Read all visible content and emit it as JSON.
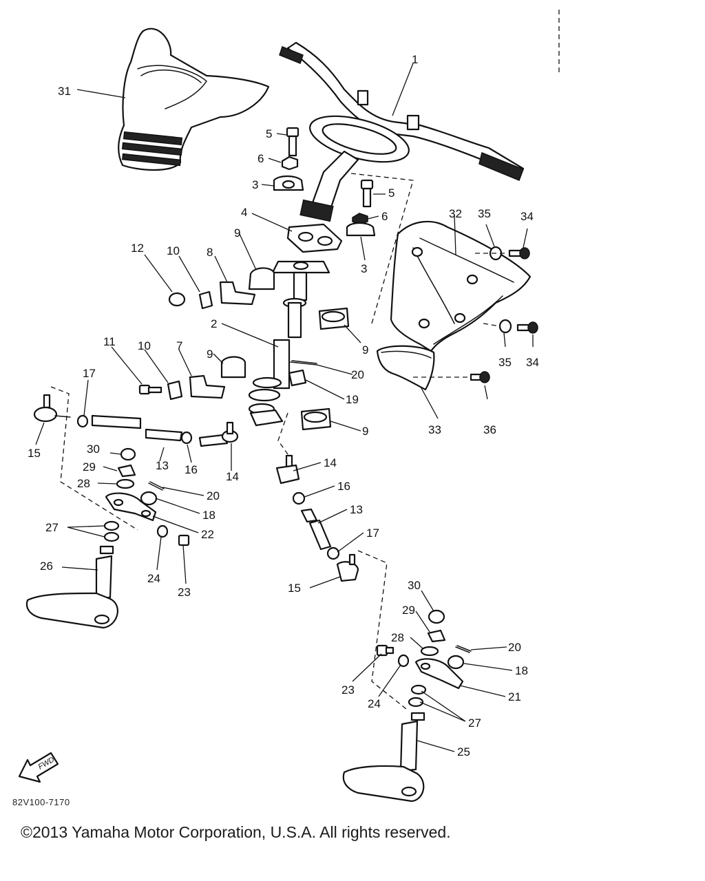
{
  "diagram": {
    "drawing_code": "82V100-7170",
    "copyright": "©2013 Yamaha Motor Corporation, U.S.A. All rights reserved.",
    "fwd_arrow_text": "FWD",
    "callouts": {
      "c1": "1",
      "c2": "2",
      "c3a": "3",
      "c3b": "3",
      "c4": "4",
      "c5a": "5",
      "c5b": "5",
      "c6a": "6",
      "c6b": "6",
      "c7": "7",
      "c8": "8",
      "c9a": "9",
      "c9b": "9",
      "c9c": "9",
      "c9d": "9",
      "c10a": "10",
      "c10b": "10",
      "c11": "11",
      "c12": "12",
      "c13a": "13",
      "c13b": "13",
      "c14a": "14",
      "c14b": "14",
      "c15a": "15",
      "c15b": "15",
      "c16a": "16",
      "c16b": "16",
      "c17a": "17",
      "c17b": "17",
      "c18a": "18",
      "c18b": "18",
      "c19": "19",
      "c20a": "20",
      "c20b": "20",
      "c20c": "20",
      "c21": "21",
      "c22": "22",
      "c23a": "23",
      "c23b": "23",
      "c24a": "24",
      "c24b": "24",
      "c25": "25",
      "c26": "26",
      "c27a": "27",
      "c27b": "27",
      "c28a": "28",
      "c28b": "28",
      "c29a": "29",
      "c29b": "29",
      "c30a": "30",
      "c30b": "30",
      "c31": "31",
      "c32": "32",
      "c33": "33",
      "c34a": "34",
      "c34b": "34",
      "c35a": "35",
      "c35b": "35",
      "c36": "36"
    }
  }
}
